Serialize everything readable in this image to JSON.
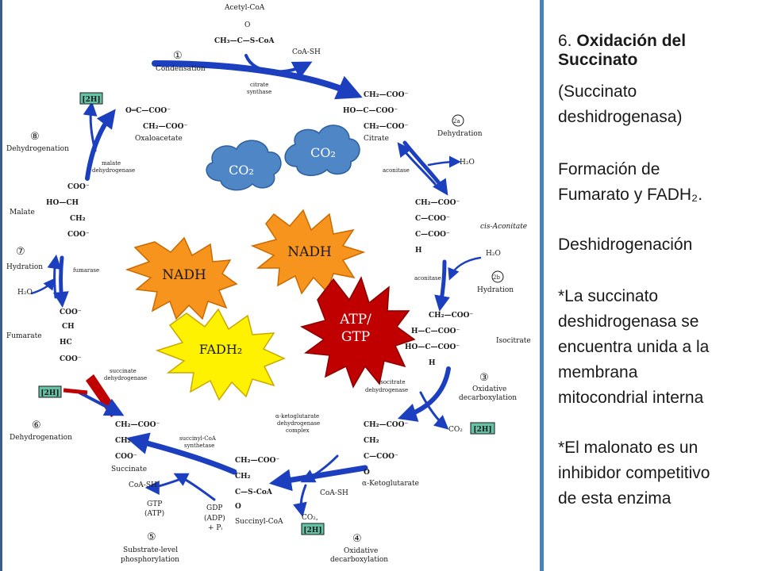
{
  "cycle": {
    "acetyl_coa": {
      "name": "Acetyl-CoA",
      "o": "O",
      "formula": "CH₃—C—S-CoA",
      "coash": "CoA-SH"
    },
    "step1": {
      "num": "①",
      "label": "Condensation",
      "enzyme1": "citrate",
      "enzyme2": "synthase"
    },
    "citrate": {
      "l1": "CH₂—COO⁻",
      "l2": "HO—C—COO⁻",
      "l3": "CH₂—COO⁻",
      "name": "Citrate"
    },
    "step2a": {
      "num": "2a",
      "label": "Dehydration",
      "enzyme": "aconitase",
      "water": "H₂O"
    },
    "cis_aconitate": {
      "l1": "CH₂—COO⁻",
      "l2": "C—COO⁻",
      "l3": "C—COO⁻",
      "l4": "H",
      "name": "cis-Aconitate"
    },
    "step2b": {
      "num": "2b",
      "label": "Hydration",
      "enzyme": "aconitase",
      "water": "H₂O"
    },
    "isocitrate": {
      "l1": "CH₂—COO⁻",
      "l2": "H—C—COO⁻",
      "l3": "HO—C—COO⁻",
      "l4": "H",
      "name": "Isocitrate"
    },
    "step3": {
      "num": "③",
      "label1": "Oxidative",
      "label2": "decarboxylation",
      "enzyme1": "isocitrate",
      "enzyme2": "dehydrogenase",
      "co2": "CO₂",
      "h2": "[2H]"
    },
    "akg": {
      "l1": "CH₂—COO⁻",
      "l2": "CH₂",
      "l3": "C—COO⁻",
      "l4": "O",
      "name": "α-Ketoglutarate"
    },
    "step4": {
      "num": "④",
      "label1": "Oxidative",
      "label2": "decarboxylation",
      "enzyme1": "α-ketoglutarate",
      "enzyme2": "dehydrogenase",
      "enzyme3": "complex",
      "coash": "CoA-SH",
      "co2": "CO₂,",
      "h2": "[2H]"
    },
    "succinyl_coa": {
      "l1": "CH₂—COO⁻",
      "l2": "CH₂",
      "l3": "C—S-CoA",
      "l4": "O",
      "name": "Succinyl-CoA"
    },
    "step5": {
      "num": "⑤",
      "label1": "Substrate-level",
      "label2": "phosphorylation",
      "enzyme1": "succinyl-CoA",
      "enzyme2": "synthetase",
      "coash": "CoA-SH",
      "gtp": "GTP",
      "atp": "(ATP)",
      "gdp": "GDP",
      "adp": "(ADP)",
      "pi": "+ Pᵢ"
    },
    "succinate": {
      "l1": "CH₂—COO⁻",
      "l2": "CH₂",
      "l3": "COO⁻",
      "name": "Succinate"
    },
    "step6": {
      "num": "⑥",
      "label": "Dehydrogenation",
      "enzyme1": "succinate",
      "enzyme2": "dehydrogenase",
      "h2": "[2H]"
    },
    "fumarate": {
      "l1": "COO⁻",
      "l2": "CH",
      "l3": "HC",
      "l4": "COO⁻",
      "name": "Fumarate"
    },
    "step7": {
      "num": "⑦",
      "label": "Hydration",
      "enzyme": "fumarase",
      "water": "H₂O"
    },
    "malate": {
      "l1": "COO⁻",
      "l2": "HO—CH",
      "l3": "CH₂",
      "l4": "COO⁻",
      "name": "Malate"
    },
    "step8": {
      "num": "⑧",
      "label": "Dehydrogenation",
      "enzyme1": "malate",
      "enzyme2": "dehydrogenase",
      "h2": "[2H]"
    },
    "oxaloacetate": {
      "l1": "O═C—COO⁻",
      "l2": "CH₂—COO⁻",
      "name": "Oxaloacetate"
    }
  },
  "bubbles": {
    "co2_a": "CO₂",
    "co2_b": "CO₂",
    "nadh_left": "NADH",
    "nadh_right": "NADH",
    "fadh2": "FADH₂",
    "atp_gtp_1": "ATP/",
    "atp_gtp_2": "GTP"
  },
  "panel": {
    "title_num": "6. ",
    "title_bold": "Oxidación del Succinato",
    "subtitle_1": "(Succinato",
    "subtitle_2": "deshidrogenasa)",
    "formation_1": "Formación de",
    "formation_2": "Fumarato y FADH₂.",
    "reaction": "Deshidrogenación",
    "note1_1": "*La succinato",
    "note1_2": "deshidrogenasa se",
    "note1_3": "encuentra unida a la",
    "note1_4": "membrana",
    "note1_5": "mitocondrial interna",
    "note2_1": "*El malonato es un",
    "note2_2": "inhibidor competitivo",
    "note2_3": "de esta enzima"
  },
  "colors": {
    "arrow": "#1c3fbf",
    "cloud": "#4f86c6",
    "star_orange": "#f7941d",
    "star_yellow": "#fff200",
    "star_red": "#c00000",
    "divider": "#4f7fb9",
    "highlight": "#66c2a5"
  }
}
